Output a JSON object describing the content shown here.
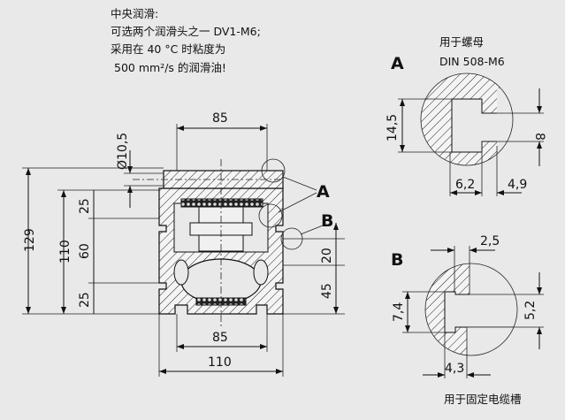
{
  "note": {
    "lines": [
      "中央润滑:",
      "可选两个润滑头之一 DV1-M6;",
      "采用在 40 °C 时粘度为",
      "500 mm²/s 的润滑油!"
    ]
  },
  "main_view": {
    "dims": {
      "top_width": "85",
      "bore_dia": "Ø10,5",
      "total_height": "129",
      "body_height": "110",
      "left_upper": "25",
      "left_middle": "60",
      "left_lower": "25",
      "right_upper": "20",
      "right_lower": "45",
      "bottom_inner_width": "85",
      "bottom_width": "110"
    },
    "callouts": {
      "a": "A",
      "b": "B"
    }
  },
  "detail_a": {
    "label": "A",
    "caption_line1": "用于螺母",
    "caption_line2": "DIN 508-M6",
    "dims": {
      "height": "14,5",
      "slot": "8",
      "depth": "6,2",
      "lip": "4,9"
    }
  },
  "detail_b": {
    "label": "B",
    "caption": "用于固定电缆槽",
    "dims": {
      "lip": "2,5",
      "height": "7,4",
      "slot": "5,2",
      "depth": "4,3"
    }
  }
}
